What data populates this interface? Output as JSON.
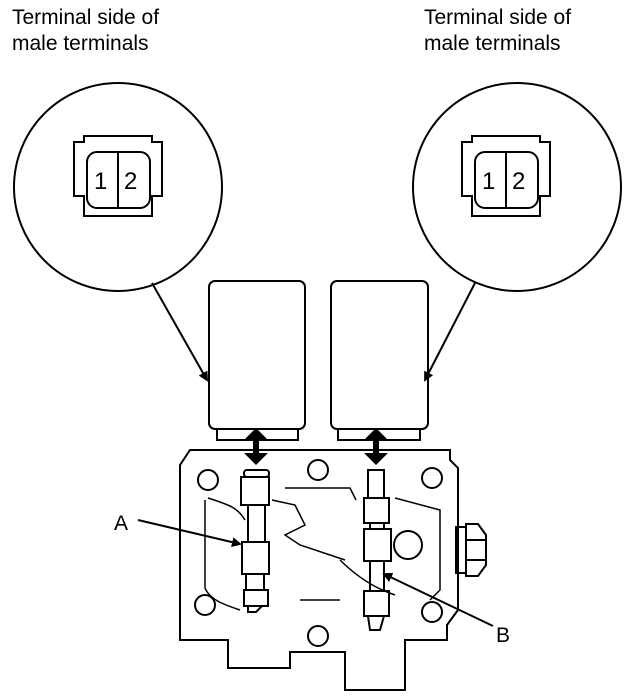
{
  "captions": {
    "left": "Terminal side of\nmale terminals",
    "right": "Terminal side of\nmale terminals"
  },
  "connector": {
    "pin1": "1",
    "pin2": "2"
  },
  "callouts": {
    "a": "A",
    "b": "B"
  }
}
